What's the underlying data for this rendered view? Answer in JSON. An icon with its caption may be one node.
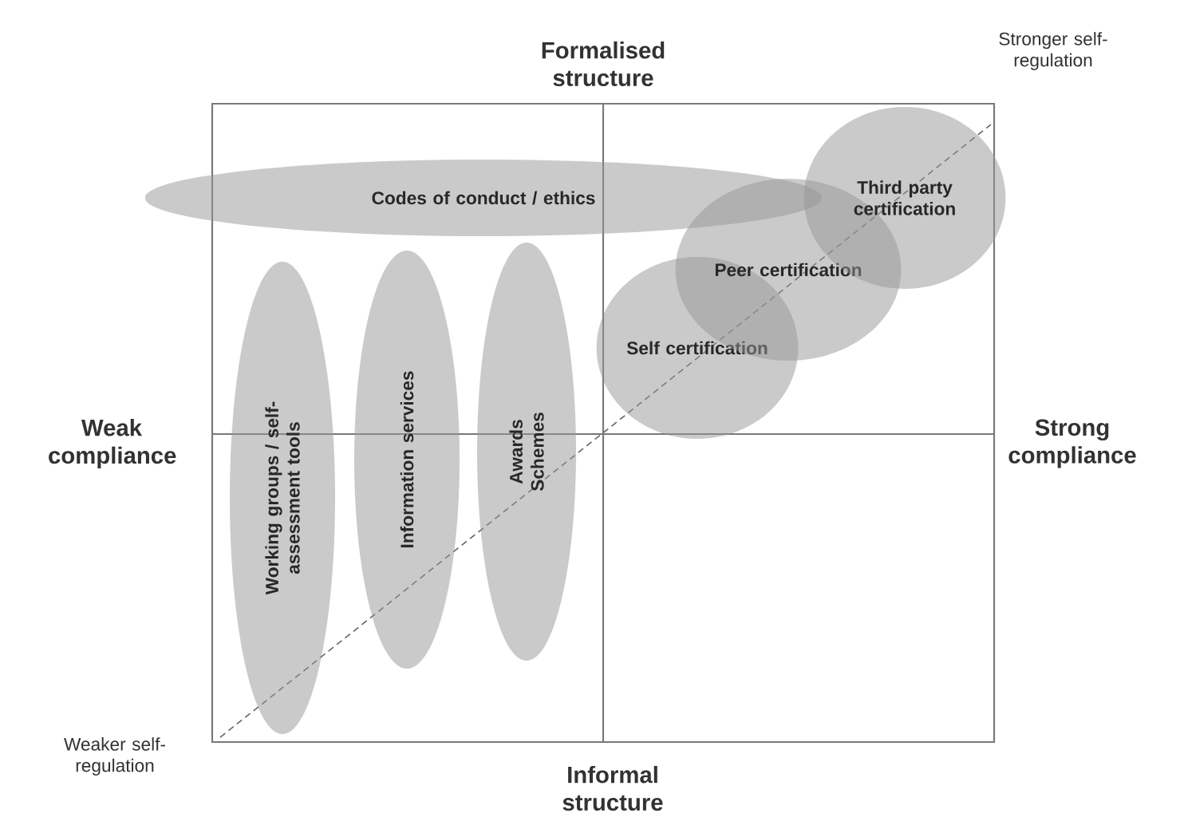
{
  "diagram": {
    "nodes": [
      {
        "text": [
          "Codes of conduct / ethics"
        ]
      },
      {
        "text": [
          "Working groups / self-assessment tools"
        ]
      },
      {
        "text": [
          "Information services"
        ]
      },
      {
        "text": [
          "Awards Schemes"
        ]
      },
      {
        "text": [
          "Self certification"
        ]
      },
      {
        "text": [
          "Peer certification"
        ]
      },
      {
        "text": [
          "Third party certification"
        ]
      }
    ],
    "labels": [
      "Formalised structure",
      "Stronger self-regulation",
      "Weak compliance",
      "Strong compliance",
      "Weaker self-regulation",
      "Informal structure"
    ]
  }
}
